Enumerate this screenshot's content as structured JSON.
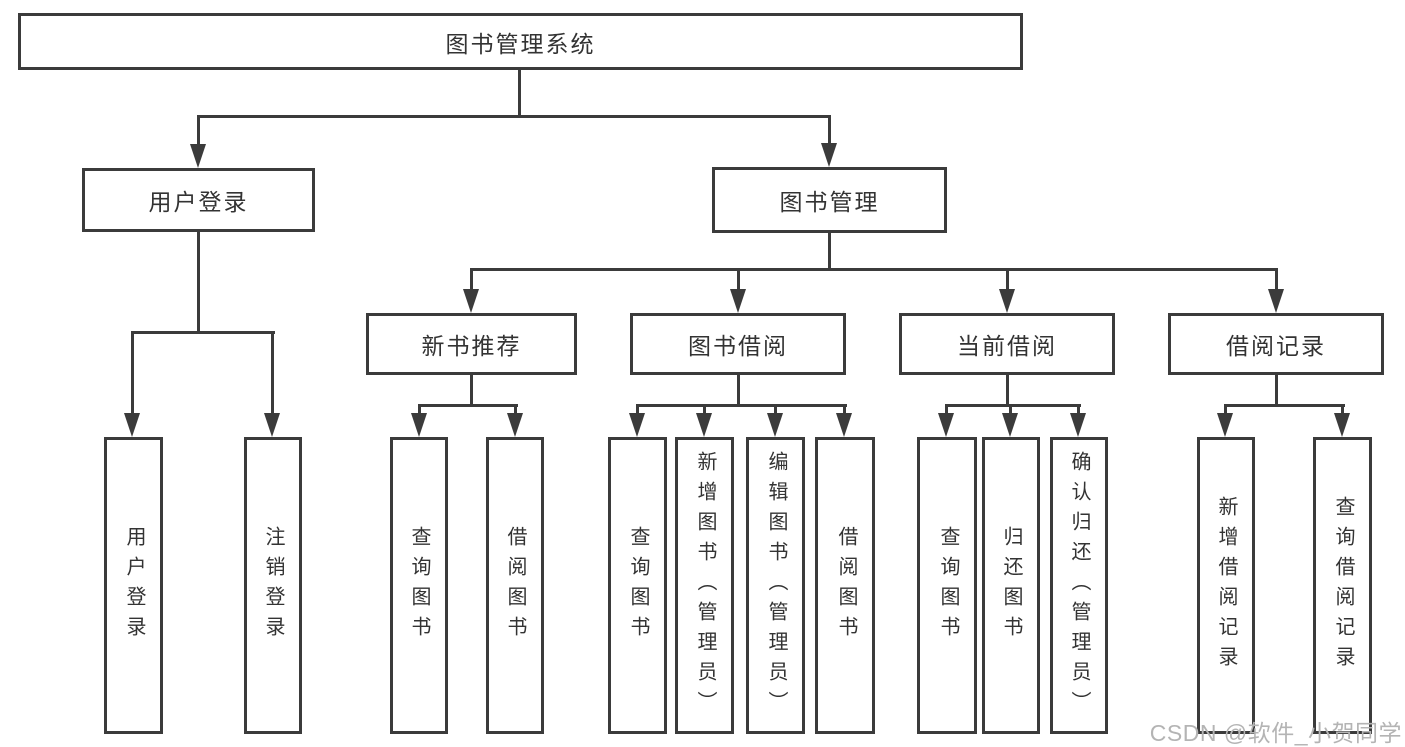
{
  "colors": {
    "line": "#3b3b3b",
    "background": "#ffffff",
    "text": "#333333",
    "watermark": "#b4b4b4"
  },
  "watermark": "CSDN @软件_小贺同学",
  "tree": {
    "root": {
      "label": "图书管理系统"
    },
    "branches": [
      {
        "label": "用户登录",
        "leaves": [
          {
            "label": "用户登录"
          },
          {
            "label": "注销登录"
          }
        ]
      },
      {
        "label": "图书管理",
        "groups": [
          {
            "label": "新书推荐",
            "leaves": [
              {
                "label": "查询图书"
              },
              {
                "label": "借阅图书"
              }
            ]
          },
          {
            "label": "图书借阅",
            "leaves": [
              {
                "label": "查询图书"
              },
              {
                "label": "新增图书（管理员）"
              },
              {
                "label": "编辑图书（管理员）"
              },
              {
                "label": "借阅图书"
              }
            ]
          },
          {
            "label": "当前借阅",
            "leaves": [
              {
                "label": "查询图书"
              },
              {
                "label": "归还图书"
              },
              {
                "label": "确认归还（管理员）"
              }
            ]
          },
          {
            "label": "借阅记录",
            "leaves": [
              {
                "label": "新增借阅记录"
              },
              {
                "label": "查询借阅记录"
              }
            ]
          }
        ]
      }
    ]
  }
}
